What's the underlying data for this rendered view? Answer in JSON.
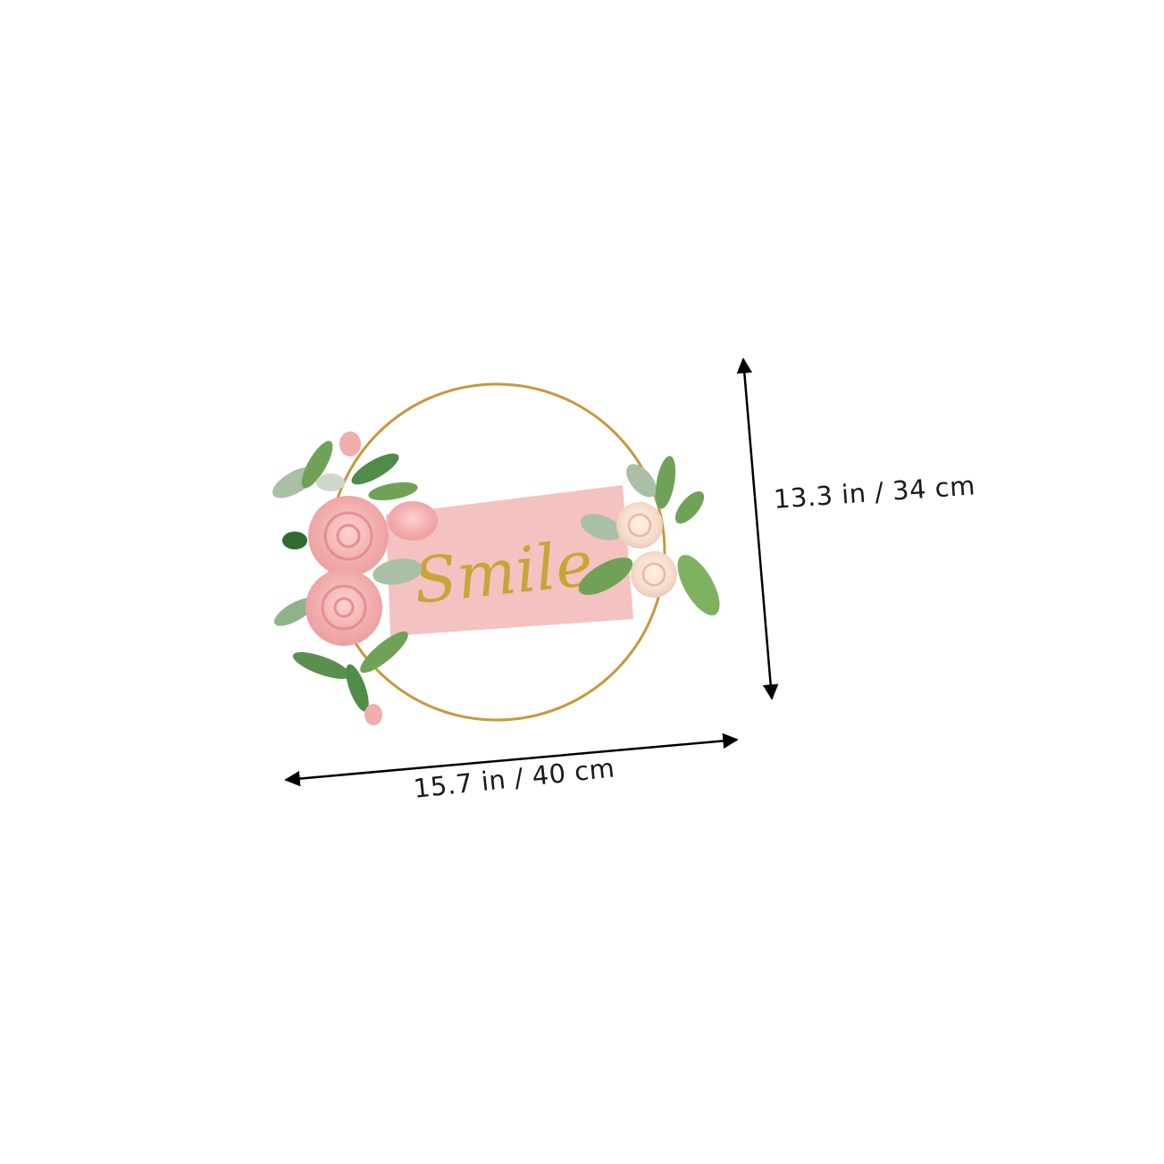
{
  "product": {
    "sign_text": "Smile",
    "colors": {
      "hoop": "#c9973d",
      "sign_panel": "#f4c2c0",
      "lettering": "#c9a437",
      "rose_pink": "#f2adad",
      "rose_cream": "#f6dccb",
      "leaf_green": "#6fa257",
      "leaf_sage": "#a9bfa6"
    }
  },
  "dimensions": {
    "height_label": "13.3 in / 34 cm",
    "width_label": "15.7 in / 40 cm"
  }
}
